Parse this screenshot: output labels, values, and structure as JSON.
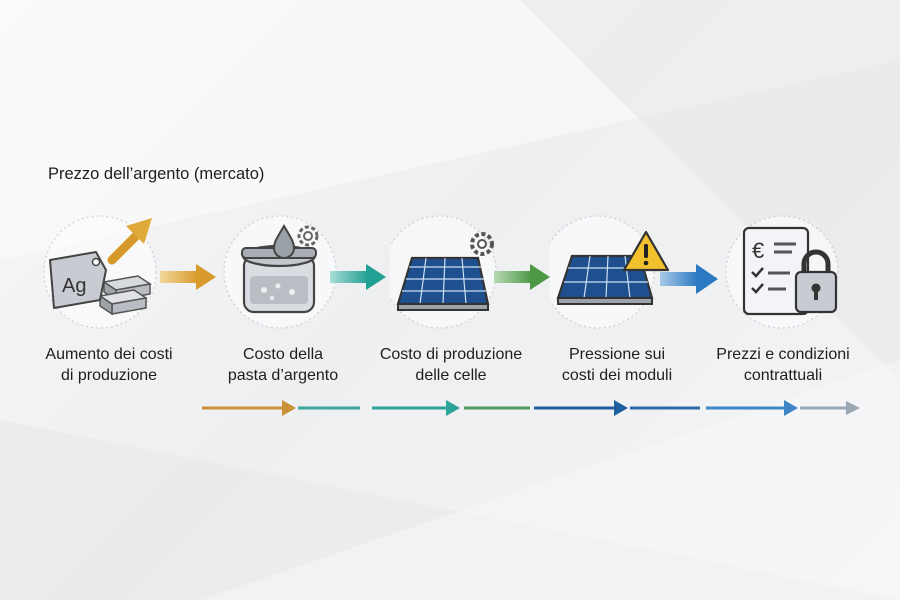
{
  "title": "Prezzo dell’argento (mercato)",
  "steps": [
    {
      "label_l1": "Aumento dei costi",
      "label_l2": "di produzione",
      "icon": "silver-bars-rising-arrow-icon"
    },
    {
      "label_l1": "Costo della",
      "label_l2": "pasta d’argento",
      "icon": "silver-paste-jar-icon"
    },
    {
      "label_l1": "Costo di produzione",
      "label_l2": "delle celle",
      "icon": "solar-cell-gear-icon"
    },
    {
      "label_l1": "Pressione sui",
      "label_l2": "costi dei moduli",
      "icon": "solar-module-warning-icon"
    },
    {
      "label_l1": "Prezzi e condizioni",
      "label_l2": "contrattuali",
      "icon": "contract-lock-icon"
    }
  ],
  "ingot_text": "Ag",
  "colors": {
    "gold": "#d9a53a",
    "teal": "#2aa79b",
    "green": "#4f9b4a",
    "blue": "#2f7fc4",
    "grey": "#98a6b5"
  }
}
